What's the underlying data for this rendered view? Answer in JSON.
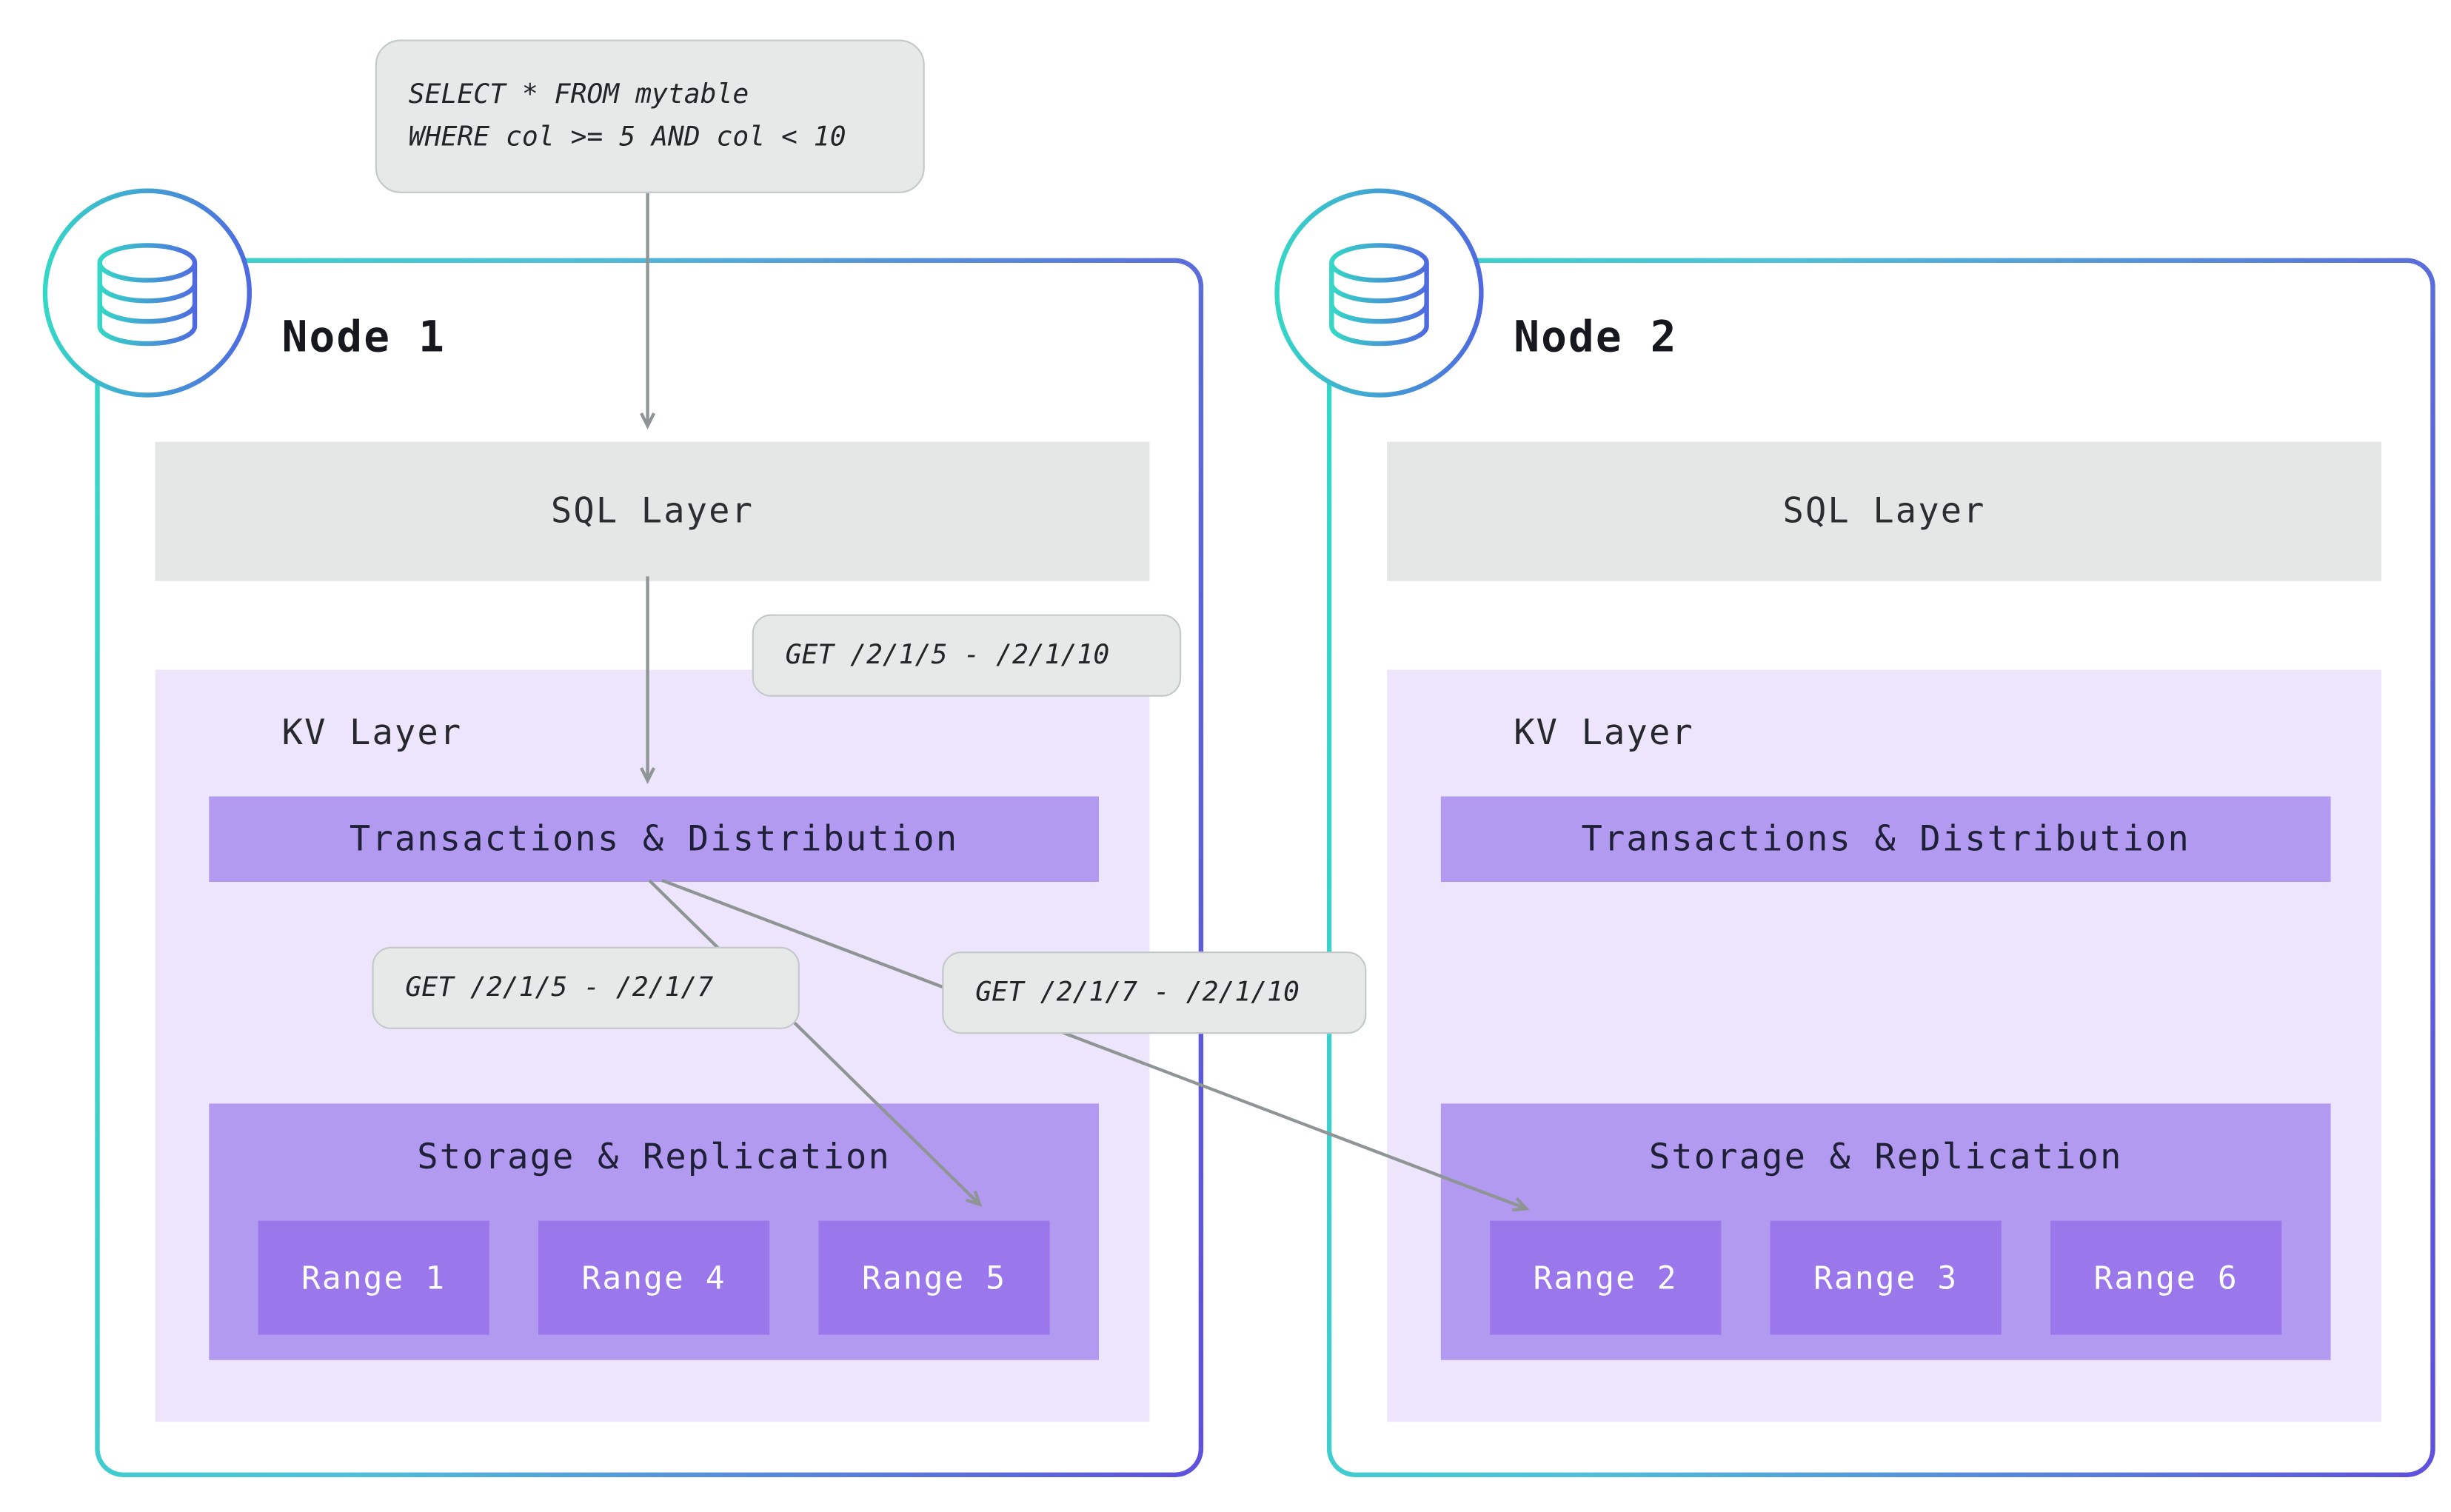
{
  "query": {
    "lines": [
      "SELECT * FROM mytable",
      "WHERE col >= 5 AND col < 10"
    ]
  },
  "get_labels": {
    "full": "GET /2/1/5 - /2/1/10",
    "left": "GET /2/1/5 - /2/1/7",
    "right": "GET /2/1/7 - /2/1/10"
  },
  "nodes": [
    {
      "title": "Node 1",
      "sql_layer": "SQL Layer",
      "kv_layer": "KV Layer",
      "transactions": "Transactions & Distribution",
      "storage": "Storage & Replication",
      "ranges": [
        "Range 1",
        "Range 4",
        "Range 5"
      ]
    },
    {
      "title": "Node 2",
      "sql_layer": "SQL Layer",
      "kv_layer": "KV Layer",
      "transactions": "Transactions & Distribution",
      "storage": "Storage & Replication",
      "ranges": [
        "Range 2",
        "Range 3",
        "Range 6"
      ]
    }
  ],
  "colors": {
    "node_border_teal": "#35d7c6",
    "node_border_purple": "#5f50dc",
    "gray_box": "#e5e7e7",
    "kv_panel_bg": "#ece5fb",
    "purple_bar": "#b29af1",
    "purple_range": "#9b77ec",
    "arrow_gray": "#8f9494",
    "range_text": "#ffffff"
  }
}
